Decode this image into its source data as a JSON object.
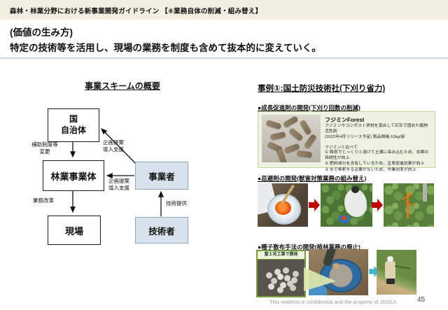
{
  "banner": {
    "title": "森林・林業分野における新事業開発ガイドライン 【⑥業務自体の削減・組み替え】"
  },
  "heading": {
    "line1": "(価値の生み方)",
    "line2": "特定の技術等を活用し、現場の業務を制度も含めて抜本的に変えていく。"
  },
  "diagram": {
    "title": "事業スキームの概要",
    "boxes": {
      "government": "国\n自治体",
      "forestry": "林業事業体",
      "site": "現場",
      "operator": "事業者",
      "engineer": "技術者"
    },
    "labels": {
      "subsidy": "補助制度等\n変更",
      "proposal_top": "企画提案\n導入支援",
      "proposal_mid": "企画提案\n導入支援",
      "reform": "業務改革",
      "tech": "技術提供"
    }
  },
  "case": {
    "title": "事例①:国土防災技術社(下刈り省力)",
    "sections": [
      {
        "label": "●成長促進剤の開発(下刈り回数の削減)"
      },
      {
        "label": "●忌避剤の開発(獣害対策業務の組み替え)"
      },
      {
        "label": "●種子散布手法の開発(植林業務の廃止)"
      }
    ],
    "product": {
      "name": "フジミンForest",
      "desc1": "フジミンやコンポスト資材を混合して石灰で固めた植物活性剤",
      "desc2": "(2022年4月リリース予定) 製品規格:10kg/袋",
      "compare": "フジミンと比べて",
      "point1": "① 降雨でじっくりと溶けて土壌に染み込むため、効果の持続性が向上",
      "point2": "② 肥料成分を含有しているため、生育促進効果が向上",
      "point3": "③ 水で希釈する必要がないため、作業効率が向上"
    },
    "photo_label": "富士見工業で開発"
  },
  "footer": {
    "note": "This material is confidential and the property of JISSUI.",
    "page": "45"
  },
  "colors": {
    "banner_bg": "#f2efe2",
    "box_blue": "#d7e2ec",
    "green_box": "#eef2e0",
    "arrow_red": "#c00000",
    "arrow_teal": "#3fb4cc"
  }
}
